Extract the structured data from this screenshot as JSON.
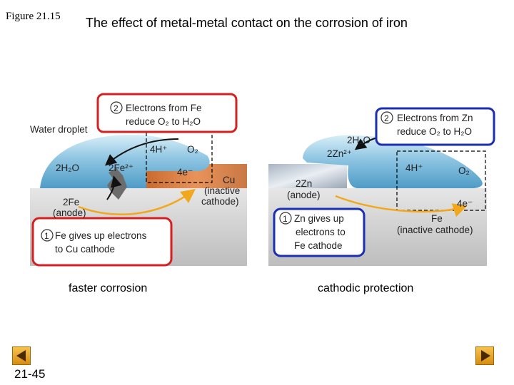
{
  "figure_label": "Figure 21.15",
  "title": "The effect of metal-metal contact on the corrosion of iron",
  "slide_number": "21-45",
  "left_panel": {
    "water_droplet": "Water droplet",
    "box2_num": "2",
    "box2_line1": "Electrons from Fe",
    "box2_line2": "reduce O₂ to H₂O",
    "h_ion": "4H⁺",
    "o2": "O₂",
    "h2o": "2H₂O",
    "fe_ion": "2Fe²⁺",
    "electrons": "4e⁻",
    "cu_line1": "Cu",
    "cu_line2": "(inactive",
    "cu_line3": "cathode)",
    "fe_line1": "2Fe",
    "fe_line2": "(anode)",
    "box1_num": "1",
    "box1_line1": "Fe gives up electrons",
    "box1_line2": "to Cu cathode",
    "caption": "faster corrosion",
    "accent_color": "#d42020"
  },
  "right_panel": {
    "box2_num": "2",
    "box2_line1": "Electrons from Zn",
    "box2_line2": "reduce O₂ to H₂O",
    "h2o": "2H₂O",
    "zn_ion": "2Zn²⁺",
    "h_ion": "4H⁺",
    "o2": "O₂",
    "zn_line1": "2Zn",
    "zn_line2": "(anode)",
    "electrons": "4e⁻",
    "fe_line1": "Fe",
    "fe_line2": "(inactive cathode)",
    "box1_num": "1",
    "box1_line1": "Zn gives up",
    "box1_line2": "electrons to",
    "box1_line3": "Fe cathode",
    "caption": "cathodic protection",
    "accent_color": "#1a2fb4"
  },
  "nav": {
    "prev_icon": "previous-arrow-icon",
    "next_icon": "next-arrow-icon"
  }
}
